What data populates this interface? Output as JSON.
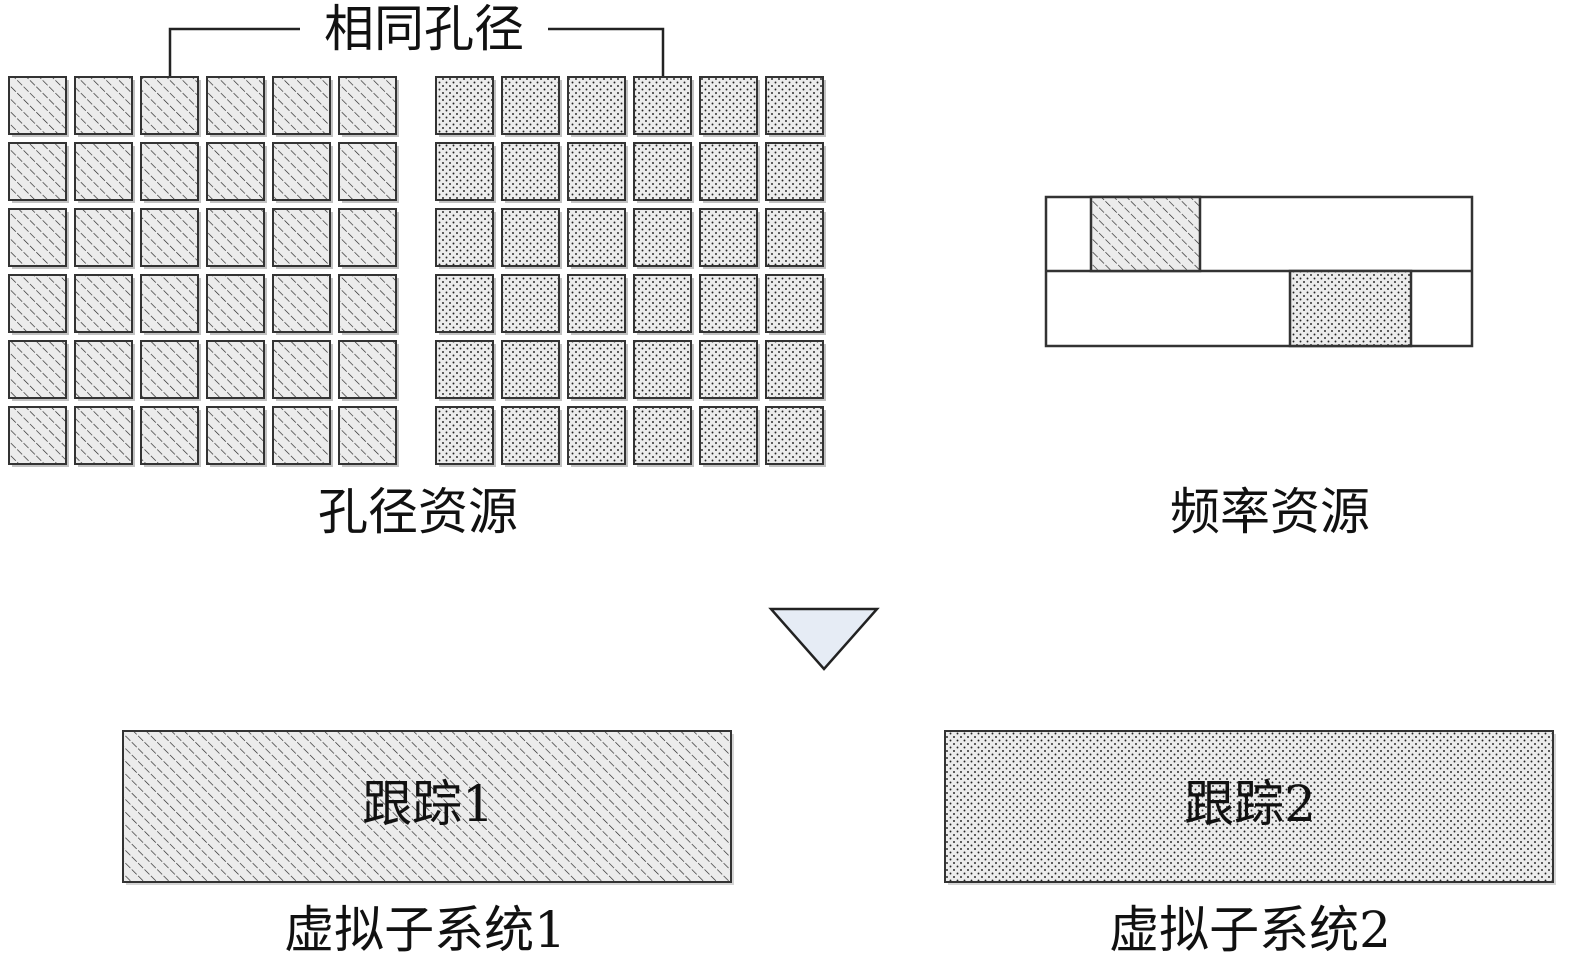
{
  "title": "",
  "labels": {
    "same_aperture": "相同孔径",
    "aperture_resources": "孔径资源",
    "frequency_resources": "频率资源",
    "virtual_subsystem_1": "虚拟子系统1",
    "virtual_subsystem_2": "虚拟子系统2",
    "track_1": "跟踪1",
    "track_2": "跟踪2"
  },
  "aperture_grid": {
    "rows": 6,
    "hatched_columns": 6,
    "dotted_columns": 6
  },
  "frequency_band": {
    "rows": 2,
    "hatched_row": 1,
    "dotted_row": 2
  },
  "icons": {
    "arrow": "down-triangle-icon",
    "hatch_pattern": "diagonal-hatch",
    "dot_pattern": "dot-stipple"
  },
  "colors": {
    "stroke": "#333333",
    "fill_light": "#e8e8e8",
    "arrow_fill": "#e6ecf5",
    "background": "#ffffff"
  }
}
